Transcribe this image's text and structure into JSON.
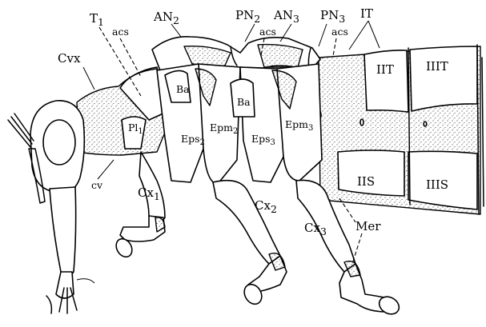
{
  "figure": {
    "labels": {
      "T1": "T",
      "T1_sub": "1",
      "AN2": "AN",
      "AN2_sub": "2",
      "PN2": "PN",
      "PN2_sub": "2",
      "AN3": "AN",
      "AN3_sub": "3",
      "PN3": "PN",
      "PN3_sub": "3",
      "IT_top": "IT",
      "acs_1": "acs",
      "acs_2": "acs",
      "acs_3": "acs",
      "Cvx": "Cvx",
      "IIT": "IIT",
      "IIIT": "IIIT",
      "Ba_1": "Ba",
      "Ba_2": "Ba",
      "Pl1": "Pl",
      "Pl1_sub": "1",
      "Epm2": "Epm",
      "Epm2_sub": "2",
      "Epm3": "Epm",
      "Epm3_sub": "3",
      "Eps2": "Eps",
      "Eps2_sub": "2",
      "Eps3": "Eps",
      "Eps3_sub": "3",
      "IIS": "IIS",
      "IIIS": "IIIS",
      "cv": "cv",
      "Cx1": "Cx",
      "Cx1_sub": "1",
      "Cx2": "Cx",
      "Cx2_sub": "2",
      "Cx3": "Cx",
      "Cx3_sub": "3",
      "Mer": "Mer"
    },
    "colors": {
      "ink": "#000000",
      "paper": "#ffffff"
    }
  }
}
